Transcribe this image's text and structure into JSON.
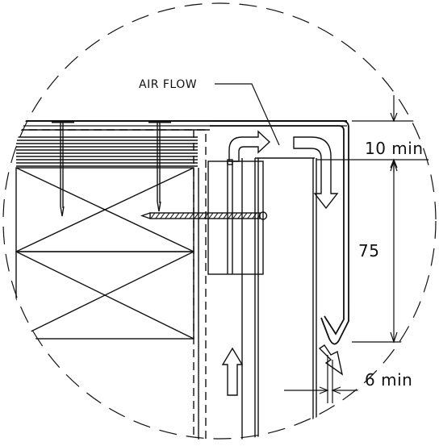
{
  "diagram": {
    "labels": {
      "air_flow": "AIR FLOW",
      "top_gap": "10 min",
      "height": "75",
      "bottom_gap": "6 min"
    }
  }
}
